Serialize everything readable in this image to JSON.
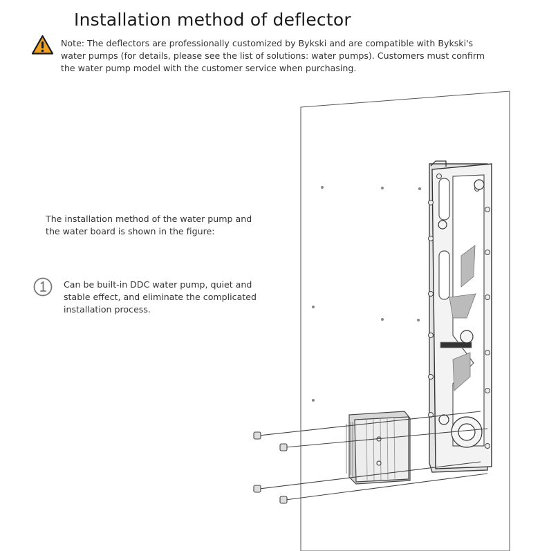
{
  "header": {
    "title": "Installation method of deflector"
  },
  "note": {
    "icon": "warning-triangle-icon",
    "text": "Note: The deflectors are professionally customized by Bykski and are compatible with Bykski's water pumps (for details, please see the list of solutions: water pumps). Customers must confirm the water pump model with the customer service when purchasing."
  },
  "description": {
    "text": "The installation method of the water pump and the water board is shown in the figure:"
  },
  "features": [
    {
      "number_icon": "circled-one-icon",
      "text": "Can be built-in DDC water pump, quiet and stable effect, and eliminate the complicated installation process."
    }
  ],
  "colors": {
    "warning_fill": "#f0a020",
    "warning_mark": "#1a1a1a",
    "title": "#1a1a1a",
    "body_text": "#333333"
  }
}
